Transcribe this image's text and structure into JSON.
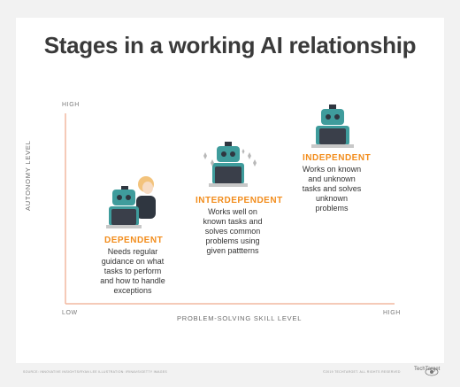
{
  "title": "Stages in a working AI relationship",
  "axes": {
    "y_high": "HIGH",
    "y_low": "LOW",
    "x_high": "HIGH",
    "y_title": "AUTONOMY LEVEL",
    "x_title": "PROBLEM-SOLVING SKILL LEVEL"
  },
  "stages": [
    {
      "name": "DEPENDENT",
      "description": "Needs regular\nguidance on what\ntasks to perform\nand how to handle\nexceptions"
    },
    {
      "name": "INTERDEPENDENT",
      "description": "Works well on\nknown tasks and\nsolves common\nproblems using\ngiven pattterns"
    },
    {
      "name": "INDEPENDENT",
      "description": "Works on known\nand unknown\ntasks and solves\nunknown\nproblems"
    }
  ],
  "footer": {
    "source": "SOURCE: INNOVATIVE INSIGHTS/RYAN LEE ILLUSTRATION: IRINAVS/GETTY IMAGES",
    "copyright": "©2019 TECHTARGET. ALL RIGHTS RESERVED",
    "brand": "TechTarget"
  },
  "colors": {
    "accent": "#f28c1b",
    "robot": "#3f9c9c",
    "laptop": "#3a3f4a",
    "axis": "#f2b8a0"
  }
}
